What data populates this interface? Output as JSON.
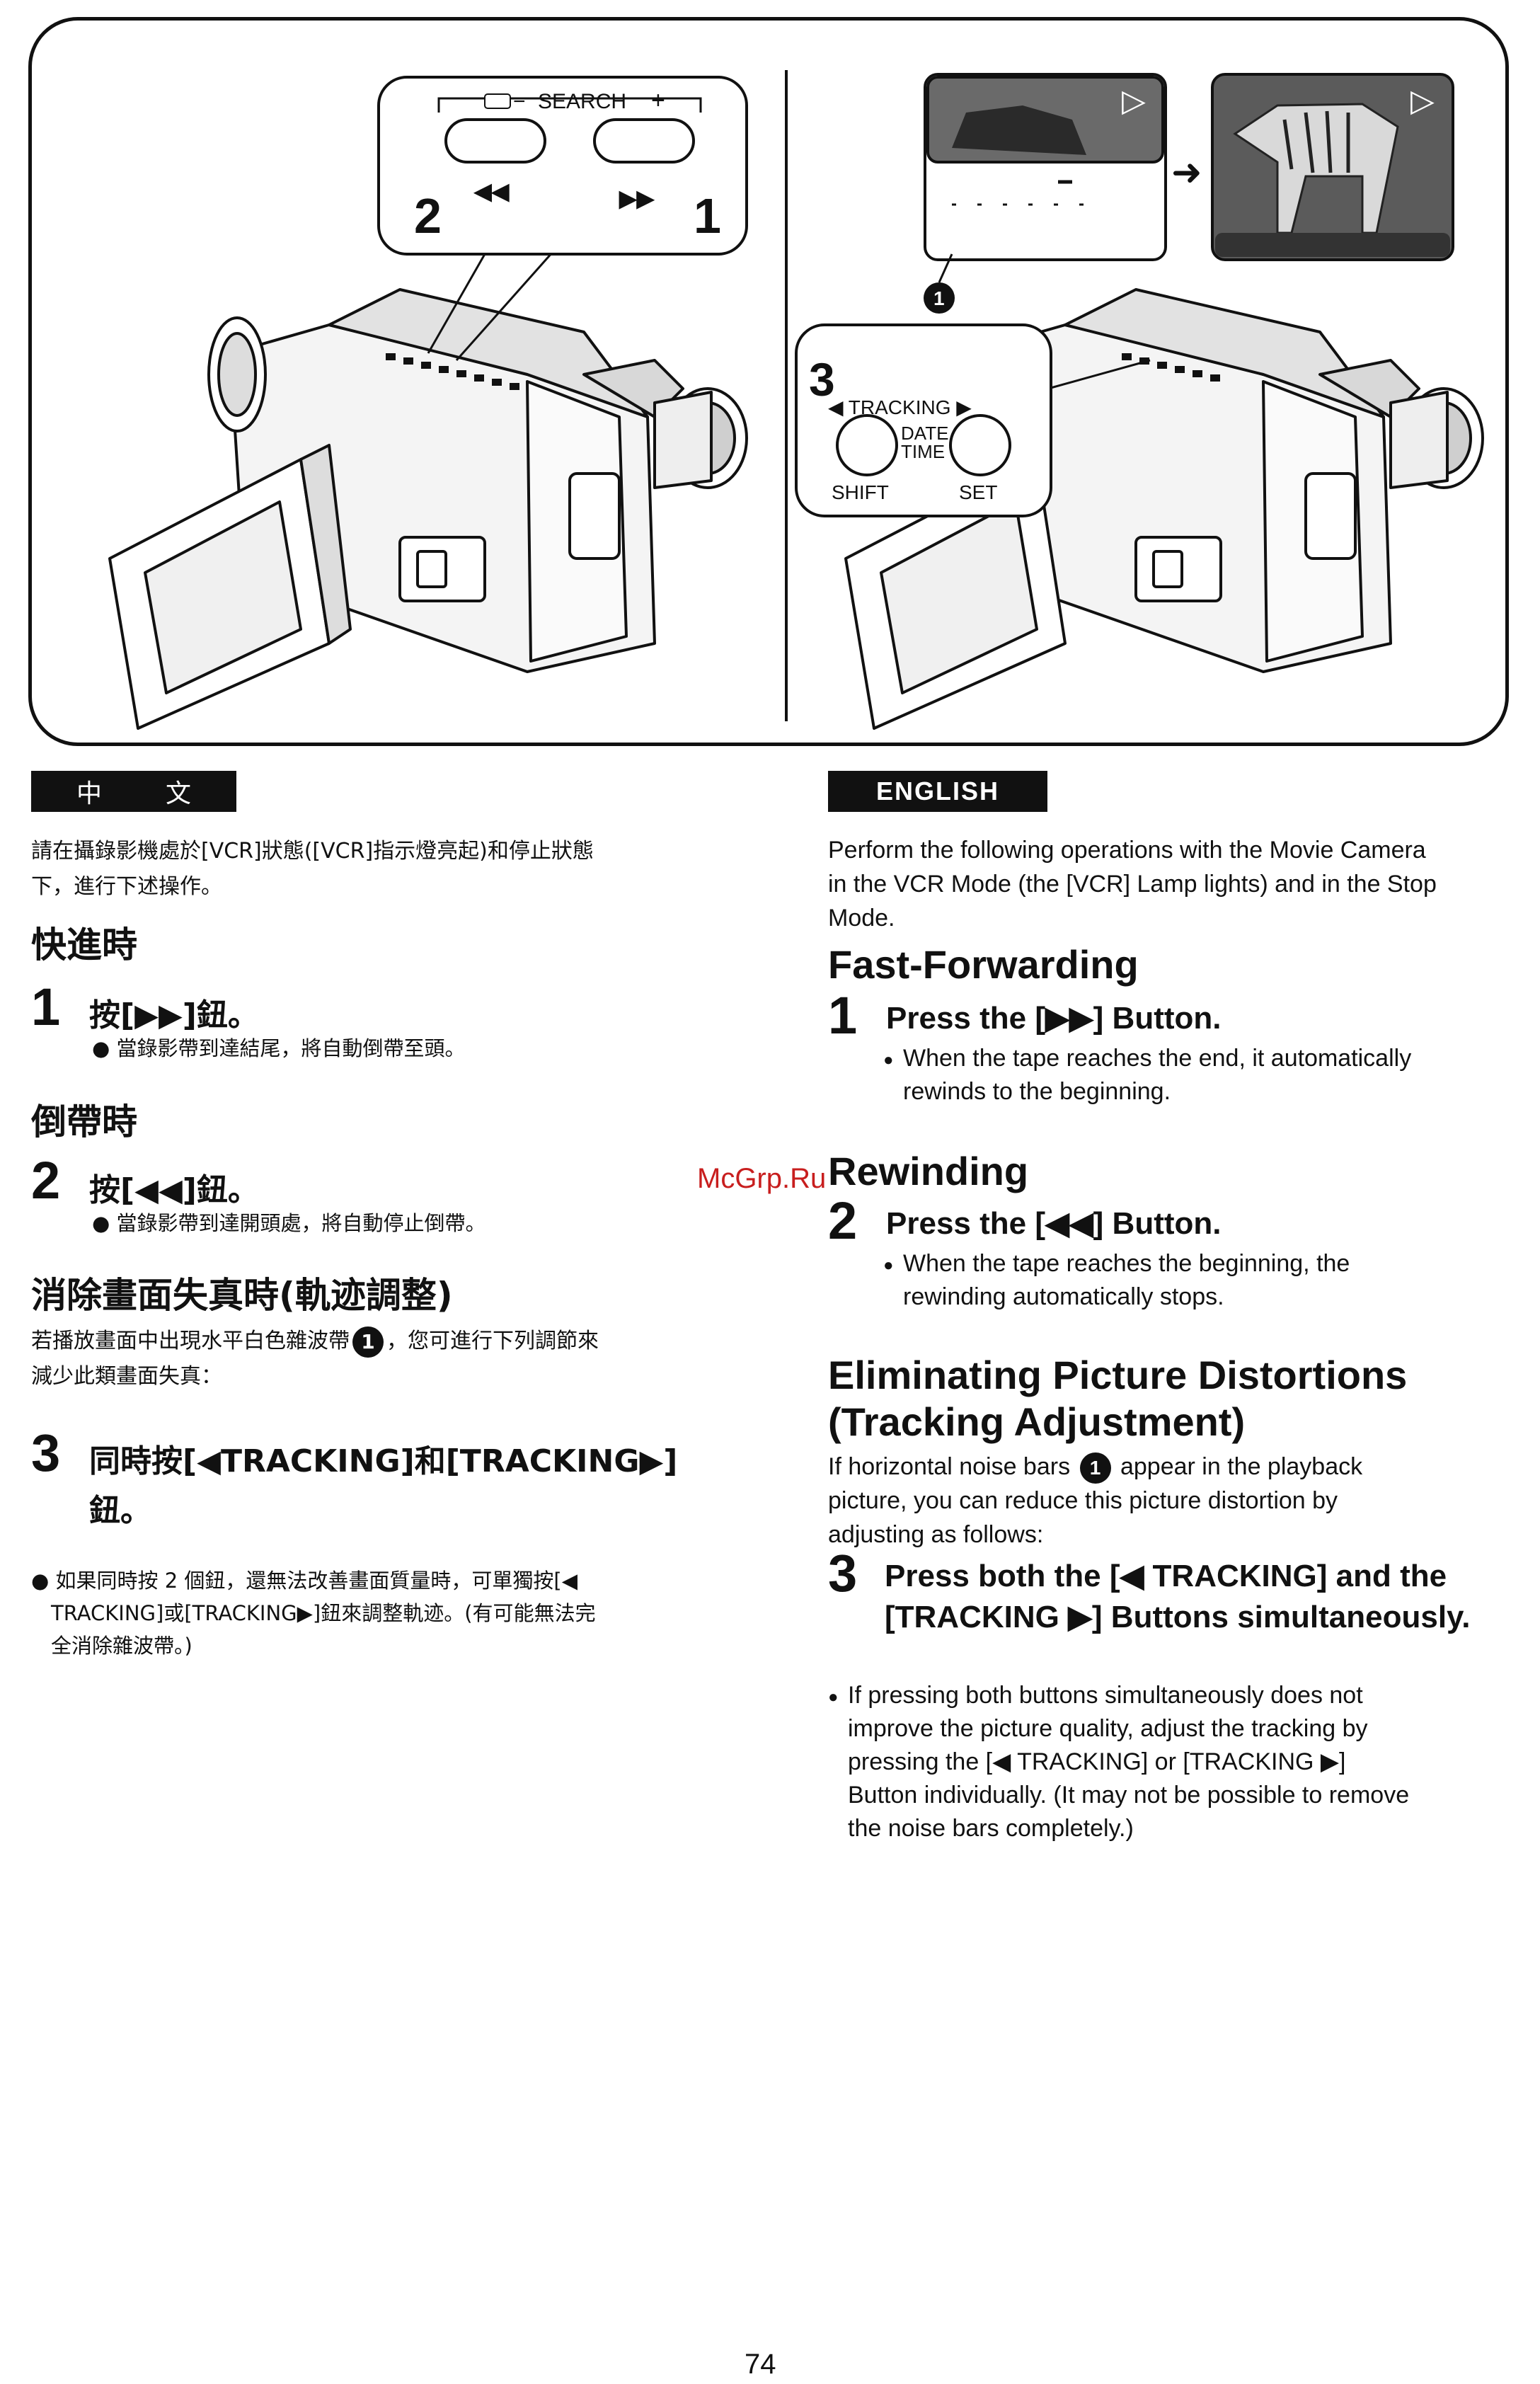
{
  "figure": {
    "search_label": "SEARCH",
    "search_plus": "+",
    "search_minus": "−",
    "rew_symbol": "◀◀",
    "ff_symbol": "▶▶",
    "callout_1": "1",
    "callout_2": "2",
    "callout_3": "3",
    "tracking_label": "◀ TRACKING ▶",
    "date_label": "DATE",
    "time_label": "TIME",
    "shift_label": "SHIFT",
    "set_label": "SET",
    "play_symbol": "▷",
    "arrow_symbol": "➜",
    "noise_marker": "1"
  },
  "chinese": {
    "tag": "中 文",
    "intro_line1": "請在攝錄影機處於[VCR]狀態([VCR]指示燈亮起)和停止狀態",
    "intro_line2": "下，進行下述操作。",
    "ff_heading": "快進時",
    "step1_num": "1",
    "step1_text": "按[▶▶]鈕。",
    "step1_note": "● 當錄影帶到達結尾，將自動倒帶至頭。",
    "rew_heading": "倒帶時",
    "step2_num": "2",
    "step2_text": "按[◀◀]鈕。",
    "step2_note": "● 當錄影帶到達開頭處，將自動停止倒帶。",
    "track_heading": "消除畫面失真時(軌迹調整)",
    "track_intro1_a": "若播放畫面中出現水平白色雜波帶",
    "track_intro1_marker": "1",
    "track_intro1_b": "，您可進行下列調節來",
    "track_intro2": "減少此類畫面失真：",
    "step3_num": "3",
    "step3_line1": "同時按[◀TRACKING]和[TRACKING▶]",
    "step3_line2": "鈕。",
    "note_line1": "● 如果同時按 2 個鈕，還無法改善畫面質量時，可單獨按[◀",
    "note_line2": "TRACKING]或[TRACKING▶]鈕來調整軌迹。(有可能無法完",
    "note_line3": "全消除雜波帶。)"
  },
  "english": {
    "tag": "ENGLISH",
    "intro_line1": "Perform the following operations with the Movie Camera",
    "intro_line2": "in the VCR Mode (the [VCR] Lamp lights) and in the Stop",
    "intro_line3": "Mode.",
    "ff_heading": "Fast-Forwarding",
    "step1_num": "1",
    "step1_text": "Press the [▶▶] Button.",
    "step1_note1": "When the tape reaches the end, it automatically",
    "step1_note2": "rewinds to the beginning.",
    "rew_heading": "Rewinding",
    "step2_num": "2",
    "step2_text": "Press the [◀◀] Button.",
    "step2_note1": "When the tape reaches the beginning, the",
    "step2_note2": "rewinding automatically stops.",
    "track_heading1": "Eliminating Picture Distortions",
    "track_heading2": "(Tracking Adjustment)",
    "track_intro1_a": "If horizontal noise bars",
    "track_intro1_marker": "1",
    "track_intro1_b": "appear in the playback",
    "track_intro2": "picture, you can reduce this picture distortion by",
    "track_intro3": "adjusting as follows:",
    "step3_num": "3",
    "step3_line1": "Press both the [◀ TRACKING] and the",
    "step3_line2": "[TRACKING ▶] Buttons simultaneously.",
    "note_line1": "If pressing both buttons simultaneously does not",
    "note_line2": "improve the picture quality, adjust the tracking by",
    "note_line3": "pressing the [◀ TRACKING] or [TRACKING ▶]",
    "note_line4": "Button individually. (It may not be possible to remove",
    "note_line5": "the noise bars completely.)"
  },
  "watermark": "McGrp.Ru",
  "page_number": "74"
}
